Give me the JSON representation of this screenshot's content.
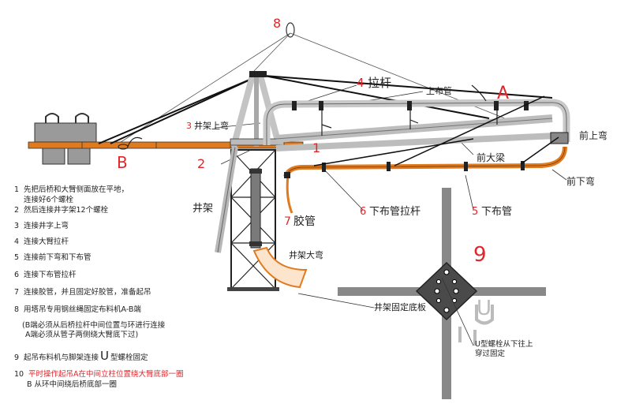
{
  "labels": {
    "top_number": "8",
    "tie_rod": "拉杆",
    "tie_rod_num": "4",
    "upper_pipe": "上布管",
    "point_a": "A",
    "mast_upper_bend": "井架上弯",
    "mast_upper_bend_num": "3",
    "front_upper_bend": "前上弯",
    "point_b": "B",
    "front_main_beam": "前大梁",
    "num_1": "1",
    "num_2": "2",
    "front_lower_bend": "前下弯",
    "mast": "井架",
    "lower_pipe_tie_rod": "下布管拉杆",
    "lower_pipe_tie_rod_num": "6",
    "lower_pipe": "下布管",
    "lower_pipe_num": "5",
    "hose": "胶管",
    "hose_num": "7",
    "mast_big_bend": "井架大弯",
    "number_9": "9",
    "base_plate": "井架固定底板",
    "u_bolt_note_1": "U型螺栓从下往上",
    "u_bolt_note_2": "穿过固定",
    "u_symbol": "U"
  },
  "steps": [
    {
      "n": "1",
      "text": "先把后桥和大臂侧面放在平地，"
    },
    {
      "n": "",
      "text": "连接好6个螺栓"
    },
    {
      "n": "2",
      "text": "然后连接井字架12个螺栓"
    },
    {
      "n": "3",
      "text": "连接井字上弯"
    },
    {
      "n": "4",
      "text": "连接大臂拉杆"
    },
    {
      "n": "5",
      "text": "连接前下弯和下布管"
    },
    {
      "n": "6",
      "text": "连接下布管拉杆"
    },
    {
      "n": "7",
      "text": "连接胶管，并且固定好胶管，准备起吊"
    },
    {
      "n": "8",
      "text": "用塔吊专用钢丝绳固定布料机A-B端"
    }
  ],
  "notes": {
    "b_note": "(B端必须从后桥拉杆中间位置与环进行连接",
    "a_note": "A端必须从管子两侧绕大臂底下过)",
    "step9_num": "9",
    "step9_a": "起吊布料机与脚架连接",
    "step9_u": "U",
    "step9_b": "型螺栓固定",
    "step10_num": "10",
    "step10_a": "平时操作起吊A在中间立柱位置绕大臂底部一圈",
    "step10_b": "B 从环中间绕后桥底部一圈"
  },
  "colors": {
    "orange": "#e07a1f",
    "red": "#e0262b",
    "steel": "#c8c8c8",
    "steel_dark": "#8a8a8a",
    "black": "#111111",
    "plate": "#555555"
  }
}
